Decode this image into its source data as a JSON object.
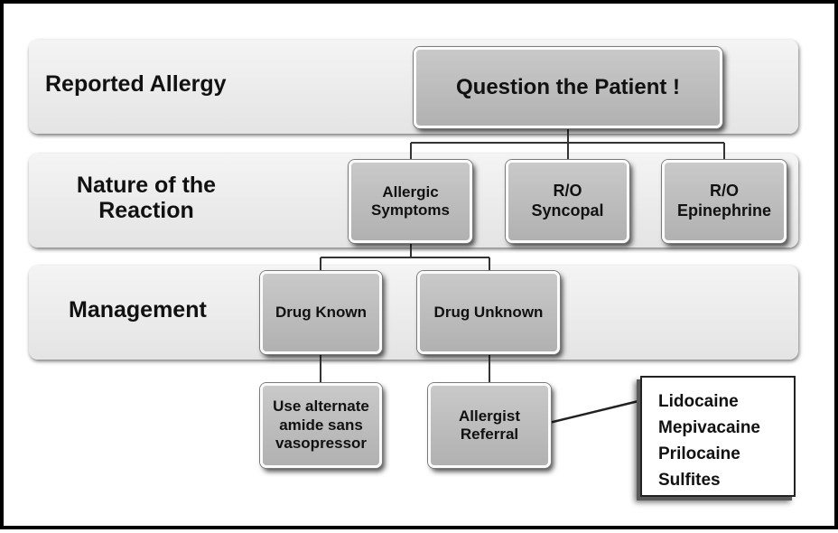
{
  "rows": {
    "reported_allergy": "Reported Allergy",
    "nature_of_reaction": "Nature of the\nReaction",
    "management": "Management"
  },
  "nodes": {
    "question_patient": "Question the Patient !",
    "allergic_symptoms": "Allergic\nSymptoms",
    "ro_syncopal": "R/O\nSyncopal",
    "ro_epinephrine": "R/O\nEpinephrine",
    "drug_known": "Drug Known",
    "drug_unknown": "Drug Unknown",
    "use_alternate": "Use alternate\namide sans\nvasopressor",
    "allergist_referral": "Allergist\nReferral"
  },
  "drug_list": [
    "Lidocaine",
    "Mepivacaine",
    "Prilocaine",
    "Sulfites"
  ],
  "colors": {
    "node_fill": "#bdbdbd",
    "band_fill": "#ebebeb",
    "connector": "#333333",
    "frame": "#000000"
  }
}
